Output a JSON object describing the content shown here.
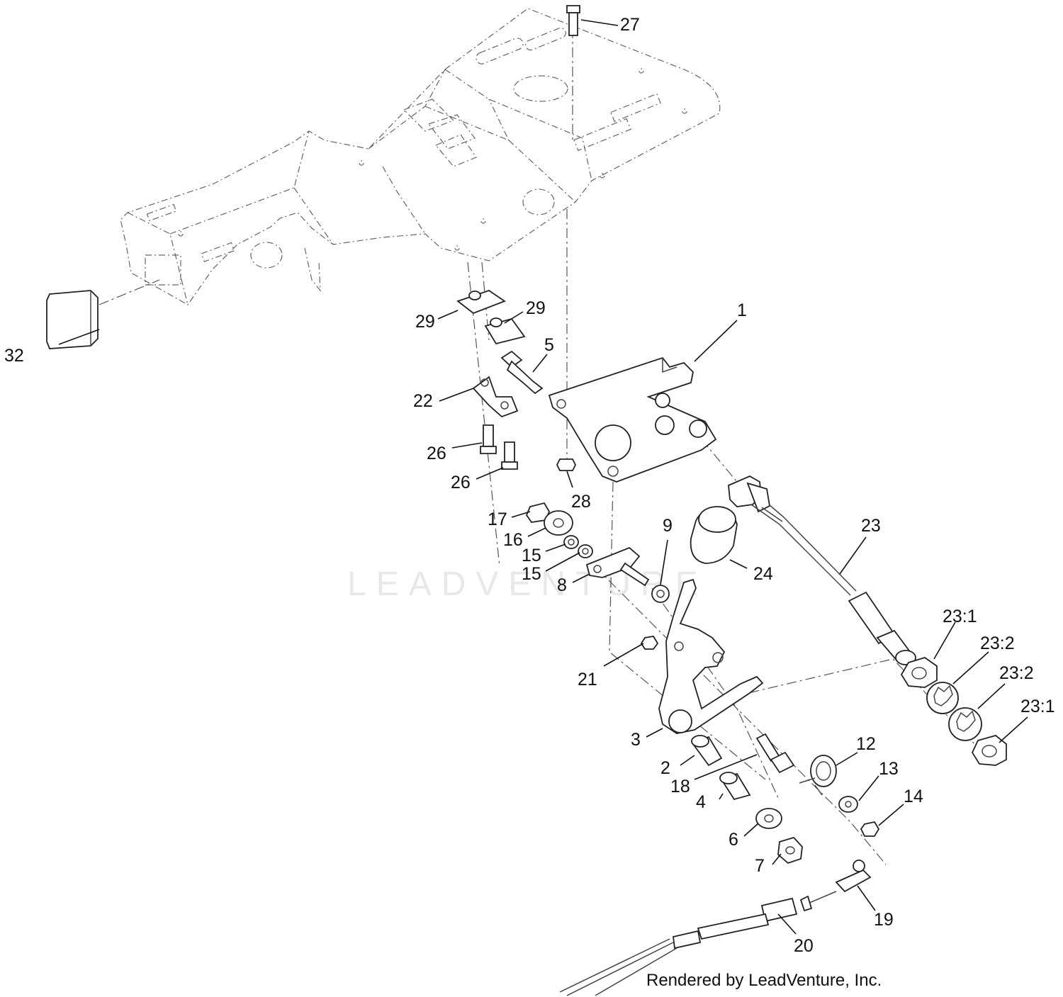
{
  "watermark": "LEADVENTURE",
  "credit": "Rendered by LeadVenture, Inc.",
  "callouts": {
    "c1": "1",
    "c2": "2",
    "c3": "3",
    "c4": "4",
    "c5": "5",
    "c6": "6",
    "c7": "7",
    "c8": "8",
    "c9": "9",
    "c12": "12",
    "c13": "13",
    "c14": "14",
    "c15a": "15",
    "c15b": "15",
    "c16": "16",
    "c17": "17",
    "c18": "18",
    "c19": "19",
    "c20": "20",
    "c21": "21",
    "c22": "22",
    "c23": "23",
    "c23_1a": "23:1",
    "c23_2a": "23:2",
    "c23_2b": "23:2",
    "c23_1b": "23:1",
    "c24": "24",
    "c26a": "26",
    "c26b": "26",
    "c27": "27",
    "c28": "28",
    "c29a": "29",
    "c29b": "29",
    "c32": "32"
  }
}
